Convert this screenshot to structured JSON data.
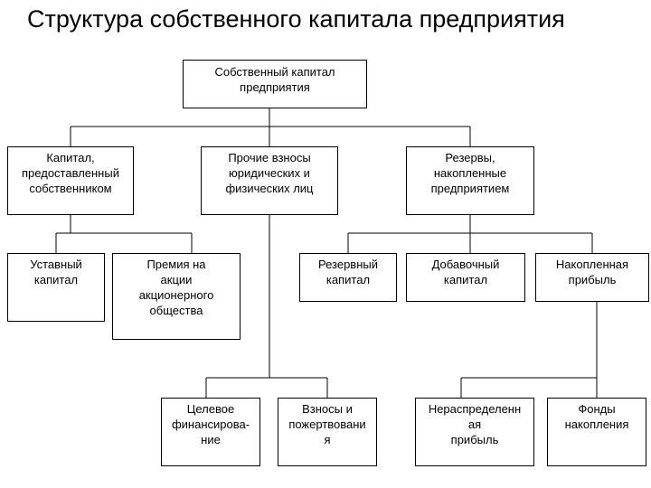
{
  "title": "Структура собственного капитала предприятия",
  "nodes": {
    "root": "Собственный капитал\nпредприятия",
    "capital_owner": "Капитал,\nпредоставленный\nсобственником",
    "other_contributions": "Прочие взносы\nюридических и\nфизических лиц",
    "reserves_accumulated": "Резервы,\nнакопленные\nпредприятием",
    "authorized_capital": "Уставный\nкапитал",
    "share_premium": "Премия на\nакции\nакционерного\nобщества",
    "reserve_capital": "Резервный\nкапитал",
    "additional_capital": "Добавочный\nкапитал",
    "accumulated_profit": "Накопленная\nприбыль",
    "targeted_financing": "Целевое\nфинансирова-\nние",
    "donations": "Взносы и\nпожертвовани\nя",
    "retained_earnings": "Нераспределенн\nая\nприбыль",
    "savings_funds": "Фонды\nнакопления"
  }
}
